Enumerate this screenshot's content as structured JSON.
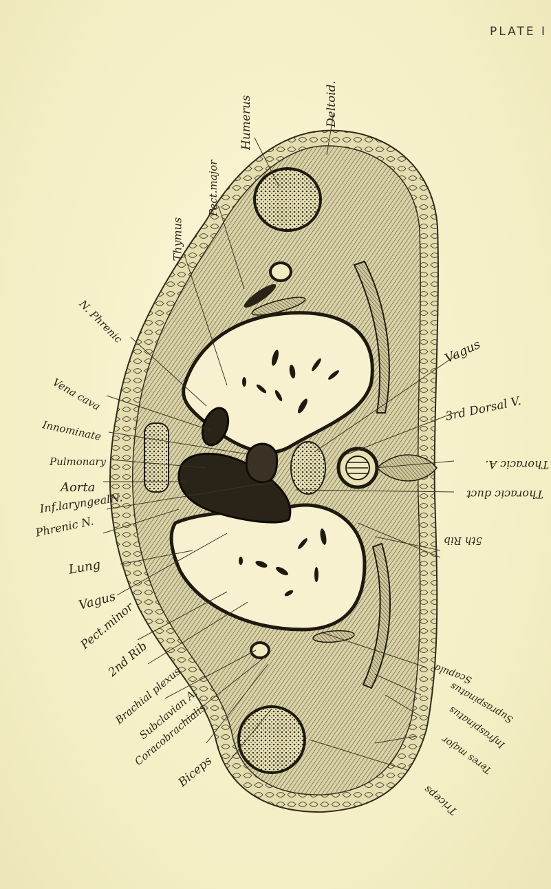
{
  "plate_title": "PLATE I",
  "labels": {
    "humerus": "Humerus",
    "deltoid": "Deltoid.",
    "pect_major": "Pect.major",
    "thymus": "Thymus",
    "phrenic_n_top": "N. Phrenic",
    "vena_cava": "Vena cava",
    "innominate": "Innominate",
    "pulmonary": "Pulmonary",
    "aorta": "Aorta",
    "inf_laryngeal_n": "Inf.laryngealN.",
    "phrenic_n": "Phrenic N.",
    "lung": "Lung",
    "vagus_left": "Vagus",
    "pect_minor": "Pect.minor",
    "second_rib": "2nd Rib",
    "brachial_plexus": "Brachial plexus",
    "subclavian_a": "Subclavian A.",
    "coracobrachialis": "Coracobrachialis",
    "biceps": "Biceps",
    "vagus_right": "Vagus",
    "third_dorsal_v": "3rd Dorsal V.",
    "thoracic_a": "Thoracic A.",
    "thoracic_duct": "Thoracic duct",
    "fifth_rib": "5th Rib",
    "scapula": "Scapula",
    "supraspinatus": "Supraspinatus",
    "infraspinatus": "Infraspinatus",
    "teres_major": "Teres major",
    "triceps": "Triceps"
  }
}
